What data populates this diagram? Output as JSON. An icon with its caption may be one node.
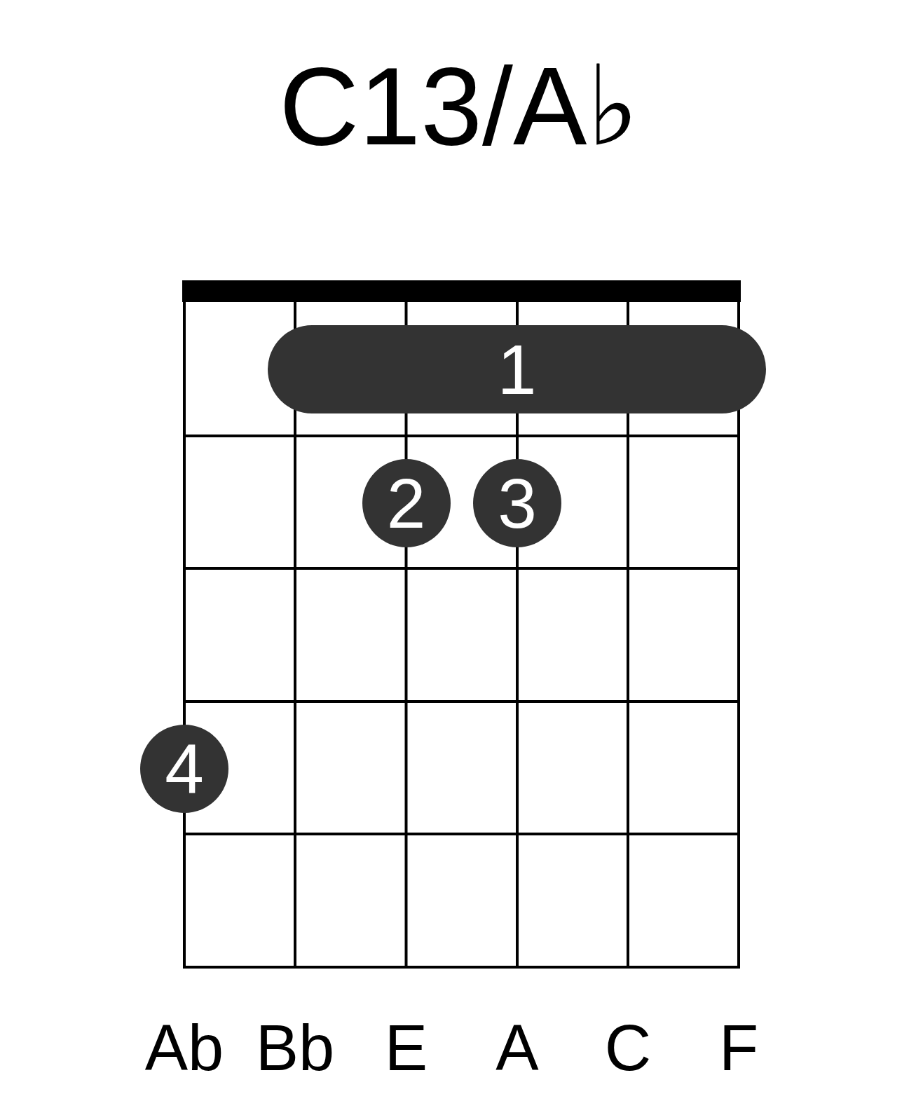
{
  "diagram": {
    "title": "C13/A♭",
    "nodes": [
      {
        "text": [
          "1"
        ]
      },
      {
        "text": [
          "2"
        ]
      },
      {
        "text": [
          "3"
        ]
      },
      {
        "text": [
          "4"
        ]
      }
    ],
    "labels": [
      "Ab",
      "Bb",
      "E",
      "A",
      "C",
      "F"
    ]
  }
}
